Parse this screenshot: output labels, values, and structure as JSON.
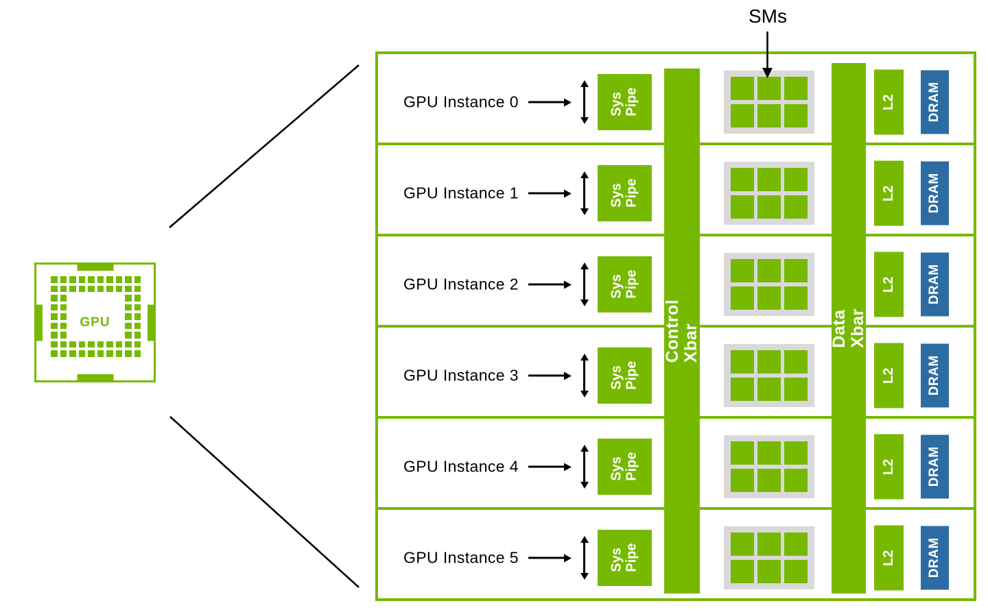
{
  "diagram": {
    "sms_annotation": "SMs",
    "chip": {
      "label": "GPU"
    },
    "xbars": {
      "control": "Control Xbar",
      "data": "Data Xbar"
    },
    "shared": {
      "sys_pipe": "Sys\nPipe",
      "l2": "L2",
      "dram": "DRAM"
    },
    "instances": [
      {
        "label": "GPU Instance 0"
      },
      {
        "label": "GPU Instance 1"
      },
      {
        "label": "GPU Instance 2"
      },
      {
        "label": "GPU Instance 3"
      },
      {
        "label": "GPU Instance 4"
      },
      {
        "label": "GPU Instance 5"
      }
    ],
    "sm_grid": {
      "rows": 2,
      "cols": 3
    },
    "colors": {
      "nvidia_green": "#76B900",
      "dram_blue": "#2D6CA2",
      "sm_tray_gray": "#D9D9D9",
      "arrow_black": "#000000"
    }
  }
}
